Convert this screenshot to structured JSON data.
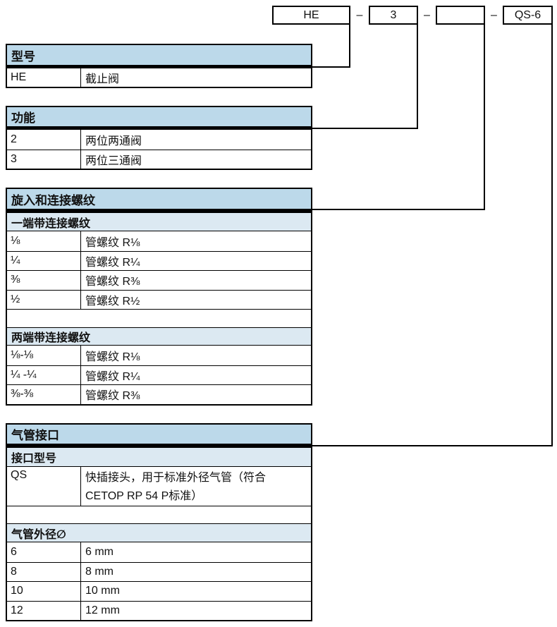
{
  "colors": {
    "header_bg": "#bcd9ea",
    "subheader_bg": "#dce9f2",
    "line": "#000000"
  },
  "order_code": {
    "separator": "–",
    "boxes": [
      {
        "id": "type",
        "label": "HE"
      },
      {
        "id": "function",
        "label": "3"
      },
      {
        "id": "thread",
        "label": ""
      },
      {
        "id": "tubing",
        "label": "QS-6"
      }
    ]
  },
  "model_table": {
    "header": "型号",
    "rows": [
      {
        "code": "HE",
        "desc": "截止阀"
      }
    ]
  },
  "function_table": {
    "header": "功能",
    "rows": [
      {
        "code": "2",
        "desc": "两位两通阀"
      },
      {
        "code": "3",
        "desc": "两位三通阀"
      }
    ]
  },
  "thread_table": {
    "header": "旋入和连接螺纹",
    "sub1": "一端带连接螺纹",
    "rows1": [
      {
        "code": "⅛",
        "desc": "管螺纹 R⅛"
      },
      {
        "code": "¼",
        "desc": "管螺纹 R¼"
      },
      {
        "code": "⅜",
        "desc": "管螺纹 R⅜"
      },
      {
        "code": "½",
        "desc": "管螺纹 R½"
      }
    ],
    "sub2": "两端带连接螺纹",
    "rows2": [
      {
        "code": "⅛-⅛",
        "desc": "管螺纹 R⅛"
      },
      {
        "code": "¼ -¼",
        "desc": "管螺纹 R¼"
      },
      {
        "code": "⅜-⅜",
        "desc": "管螺纹 R⅜"
      }
    ]
  },
  "tubing_table": {
    "header": "气管接口",
    "sub1": "接口型号",
    "rows1": [
      {
        "code": "QS",
        "desc": "快插接头，用于标准外径气管（符合 CETOP RP 54 P标准）"
      }
    ],
    "sub2": "气管外径∅",
    "rows2": [
      {
        "code": "6",
        "desc": "6 mm"
      },
      {
        "code": "8",
        "desc": "8 mm"
      },
      {
        "code": "10",
        "desc": "10 mm"
      },
      {
        "code": "12",
        "desc": "12 mm"
      }
    ]
  }
}
